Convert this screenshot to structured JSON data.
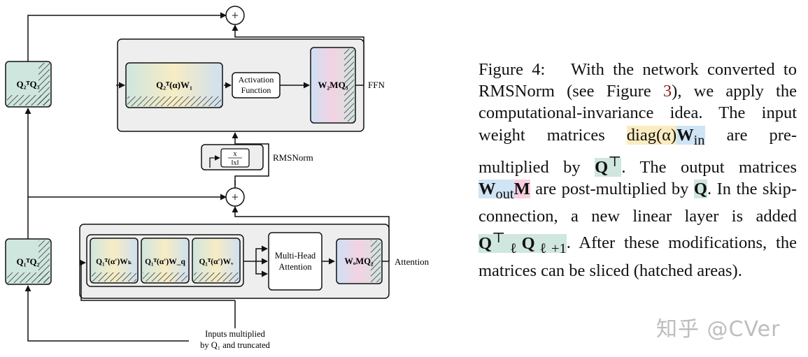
{
  "diagram": {
    "top_block": {
      "skip_matrix": "Q₂ᵀQ₃",
      "ffn_label": "FFN",
      "input_matrix": "Q₂ᵀ(α)W₁",
      "activation_line1": "Activation",
      "activation_line2": "Function",
      "output_matrix": "W₂MQ₃"
    },
    "rmsnorm": {
      "label": "RMSNorm",
      "formula_top": "x",
      "formula_bottom": "‖x‖"
    },
    "add_symbol": "+",
    "bottom_block": {
      "skip_matrix": "Q₁ᵀQ₂",
      "attention_label": "Attention",
      "matrix_k": "Q₁ᵀ(α′)Wₖ",
      "matrix_q": "Q₁ᵀ(α′)W_q",
      "matrix_v": "Q₁ᵀ(α′)Wᵥ",
      "mha_line1": "Multi-Head",
      "mha_line2": "Attention",
      "output_matrix": "WₒMQ₂"
    },
    "inputs_line1": "Inputs multiplied",
    "inputs_line2": "by Q₁ and truncated"
  },
  "caption": {
    "figure_label": "Figure 4:",
    "t1": "With the network converted to RMSNorm (see Figure ",
    "ref": "3",
    "t2": "), we apply the computational-invariance idea. The input weight matrices ",
    "diag": "diag(α)",
    "w_in": "W",
    "w_in_sub": "in",
    "t3": " are pre-multiplied by ",
    "qt": "Q",
    "qt_sup": "⊤",
    "t4": ". The output matrices ",
    "w_out": "W",
    "w_out_sub": "out",
    "m": "M",
    "t5": " are post-multiplied by ",
    "q": "Q",
    "t6": ". In the skip-connection, a new linear layer is added ",
    "ql": "Q",
    "ql_sup": "⊤",
    "ql_sub": "ℓ",
    "ql1": "Q",
    "ql1_sub": "ℓ+1",
    "t7": ". After these modifications, the matrices can be sliced (hatched areas)."
  },
  "watermark": "知乎 @CVer",
  "colors": {
    "matrix_fill_green": "#cfe6df",
    "matrix_fill_yellow": "#f7ecc4",
    "block_bg": "#eeeeee",
    "ref_color": "#8b1a1a"
  }
}
